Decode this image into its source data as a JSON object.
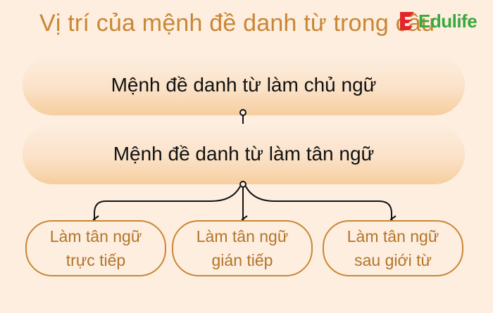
{
  "title": "Vị trí của mệnh đề danh từ trong câu",
  "logo": {
    "text": "Edulife",
    "icon": "edulife-logo-icon"
  },
  "main": {
    "box1": "Mệnh đề danh từ làm chủ ngữ",
    "box2": "Mệnh đề danh từ làm tân ngữ"
  },
  "subtypes": [
    {
      "line1": "Làm tân ngữ",
      "line2": "trực tiếp"
    },
    {
      "line1": "Làm tân ngữ",
      "line2": "gián tiếp"
    },
    {
      "line1": "Làm tân ngữ",
      "line2": "sau giới từ"
    }
  ],
  "colors": {
    "title": "#c98634",
    "border": "#c98634",
    "logo_green": "#3aa83c",
    "logo_red": "#e3262b",
    "background": "#fdeee0"
  }
}
